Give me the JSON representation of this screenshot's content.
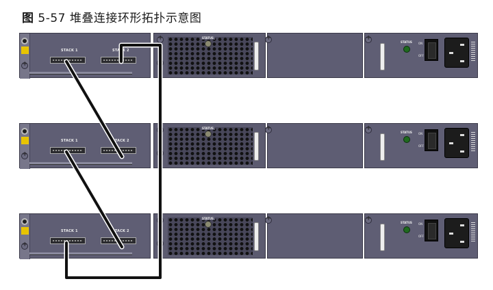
{
  "figure": {
    "number_label": "图",
    "number": "5-57",
    "caption": "堆叠连接环形拓扑示意图"
  },
  "units": [
    {
      "id": 1,
      "stack_port_1_label": "STACK 1",
      "stack_port_2_label": "STACK 2",
      "fan_status_label": "STATUS",
      "psu_status_label": "STATUS",
      "switch_on_label": "ON",
      "switch_off_label": "OFF"
    },
    {
      "id": 2,
      "stack_port_1_label": "STACK 1",
      "stack_port_2_label": "STACK 2",
      "fan_status_label": "STATUS",
      "psu_status_label": "STATUS",
      "switch_on_label": "ON",
      "switch_off_label": "OFF"
    },
    {
      "id": 3,
      "stack_port_1_label": "STACK 1",
      "stack_port_2_label": "STACK 2",
      "fan_status_label": "STATUS",
      "psu_status_label": "STATUS",
      "switch_on_label": "ON",
      "switch_off_label": "OFF"
    }
  ],
  "cables": [
    {
      "from": "unit1.stack1",
      "to": "unit2.stack2"
    },
    {
      "from": "unit2.stack1",
      "to": "unit3.stack2"
    },
    {
      "from": "unit3.stack1",
      "to": "unit1.stack2",
      "route": "loop-back"
    }
  ],
  "colors": {
    "chassis": "#5f5e74",
    "cable": "#111111",
    "cable_outline": "#ffffff",
    "psu_led": "#1f6a1f",
    "warning_label": "#e8c400"
  }
}
